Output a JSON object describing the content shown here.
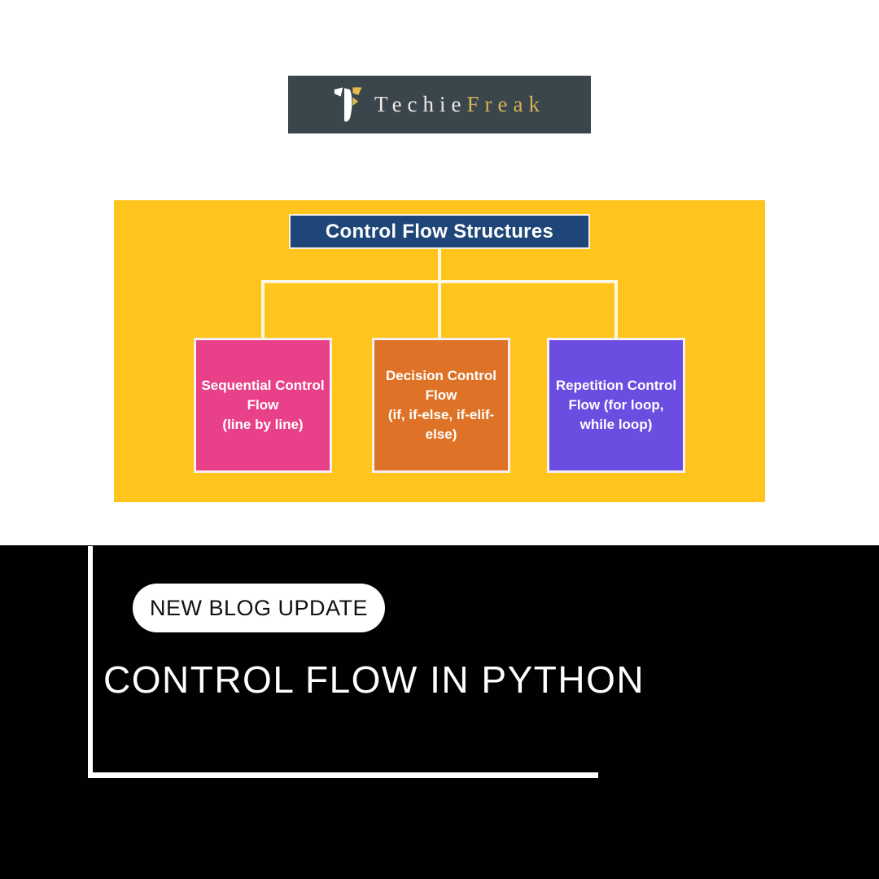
{
  "logo": {
    "brand_first": "Techie",
    "brand_second": "Freak",
    "colors": {
      "bar_bg": "#3a464c",
      "first_text": "#eceae4",
      "second_text": "#d9b254",
      "mark_white": "#ffffff",
      "mark_gold": "#e3b94e"
    }
  },
  "diagram": {
    "root_label": "Control Flow Structures",
    "colors": {
      "panel_bg": "#ffc51d",
      "root_bg": "#1e4678",
      "root_text": "#ffffff",
      "connector": "#fdf7e2",
      "node_text": "#ffffff"
    },
    "children": [
      {
        "id": "sequential",
        "text": "Sequential Control\nFlow\n(line by line)",
        "bg": "#e8418a"
      },
      {
        "id": "decision",
        "text": "Decision Control\nFlow\n(if, if-else, if-elif-\nelse)",
        "bg": "#de7327"
      },
      {
        "id": "repetition",
        "text": "Repetition Control\nFlow (for loop,\nwhile loop)",
        "bg": "#6b4ee1"
      }
    ]
  },
  "footer": {
    "badge_label": "NEW BLOG UPDATE",
    "headline": "CONTROL FLOW IN PYTHON",
    "colors": {
      "bg": "#010101",
      "accent_line": "#ffffff",
      "badge_bg": "#ffffff",
      "badge_text": "#111111",
      "headline_text": "#ffffff"
    }
  }
}
